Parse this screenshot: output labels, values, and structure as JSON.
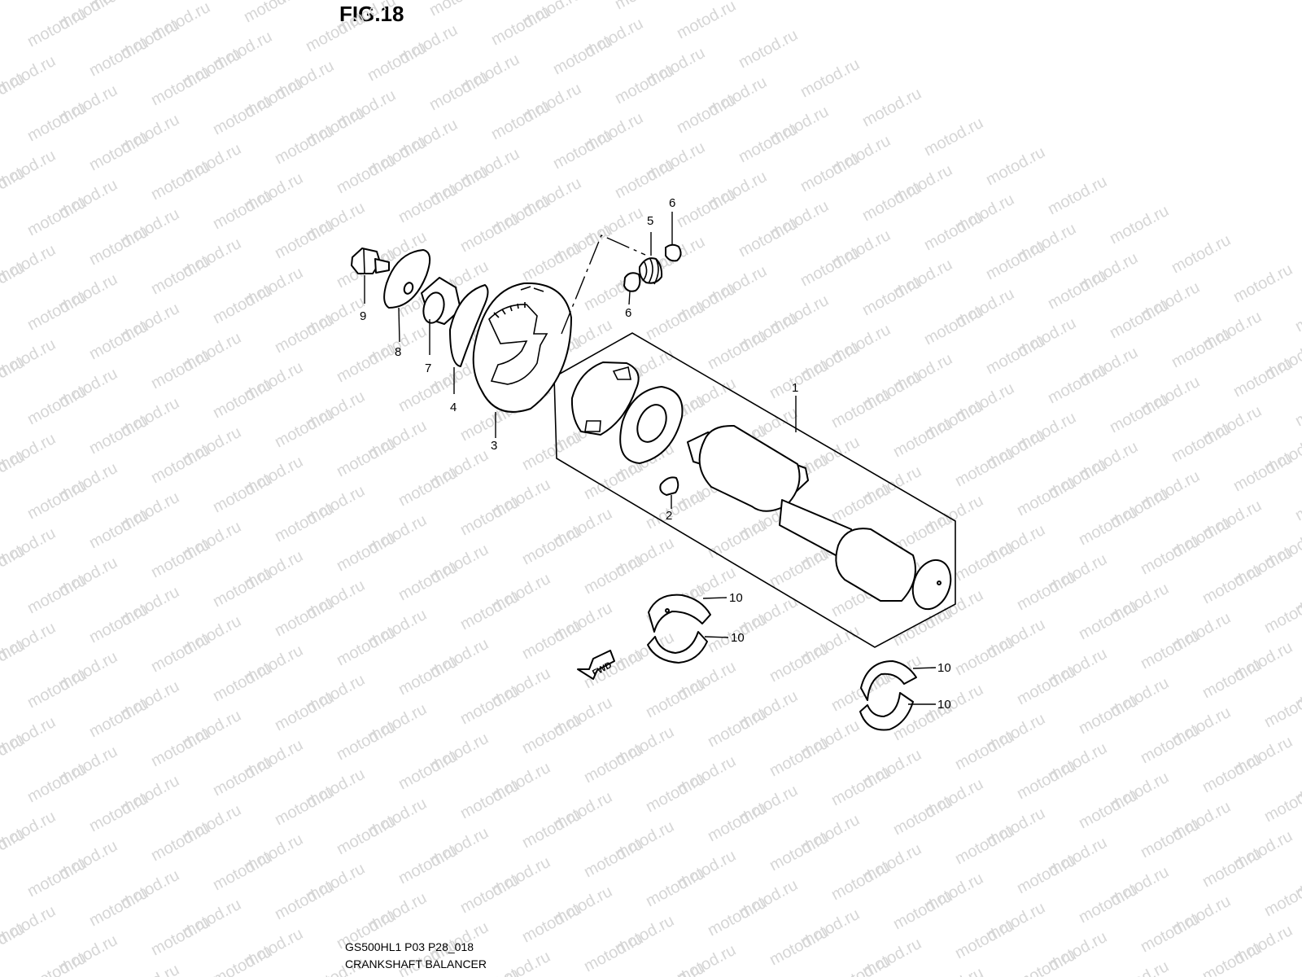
{
  "figure": {
    "label": "FIG.18"
  },
  "footer": {
    "code": "GS500HL1 P03 P28_018",
    "name": "CRANKSHAFT BALANCER"
  },
  "watermark": {
    "text": "motod.ru"
  },
  "fwd_label": "FWD",
  "callouts": {
    "c1": "1",
    "c2": "2",
    "c3": "3",
    "c4": "4",
    "c5": "5",
    "c6a": "6",
    "c6b": "6",
    "c7": "7",
    "c8": "8",
    "c9": "9",
    "c10a": "10",
    "c10b": "10",
    "c10c": "10",
    "c10d": "10"
  }
}
